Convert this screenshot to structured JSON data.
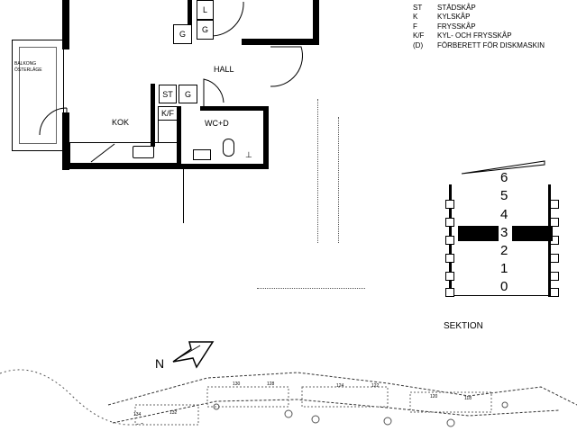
{
  "rooms": {
    "balcony": "BALKONG\nÖSTERLÄGE",
    "hall": "HALL",
    "kitchen": "KOK",
    "wc": "WC+D"
  },
  "fixtures": {
    "l": "L",
    "g_top": "G",
    "g_left": "G",
    "g_hall": "G",
    "st": "ST",
    "kf": "K/F"
  },
  "legend": [
    {
      "code": "ST",
      "text": "STÄDSKÅP"
    },
    {
      "code": "K",
      "text": "KYLSKÅP"
    },
    {
      "code": "F",
      "text": "FRYSSKÅP"
    },
    {
      "code": "K/F",
      "text": "KYL- OCH FRYSSKÅP"
    },
    {
      "code": "(D)",
      "text": "FÖRBERETT FÖR DISKMASKIN"
    }
  ],
  "section": {
    "label": "SEKTION",
    "floors": [
      "6",
      "5",
      "4",
      "3",
      "2",
      "1",
      "0"
    ],
    "highlighted_floor": "3"
  },
  "site_plan": {
    "north": "N",
    "numbers": [
      "130",
      "128",
      "124",
      "122",
      "120",
      "118",
      "134",
      "132"
    ]
  }
}
